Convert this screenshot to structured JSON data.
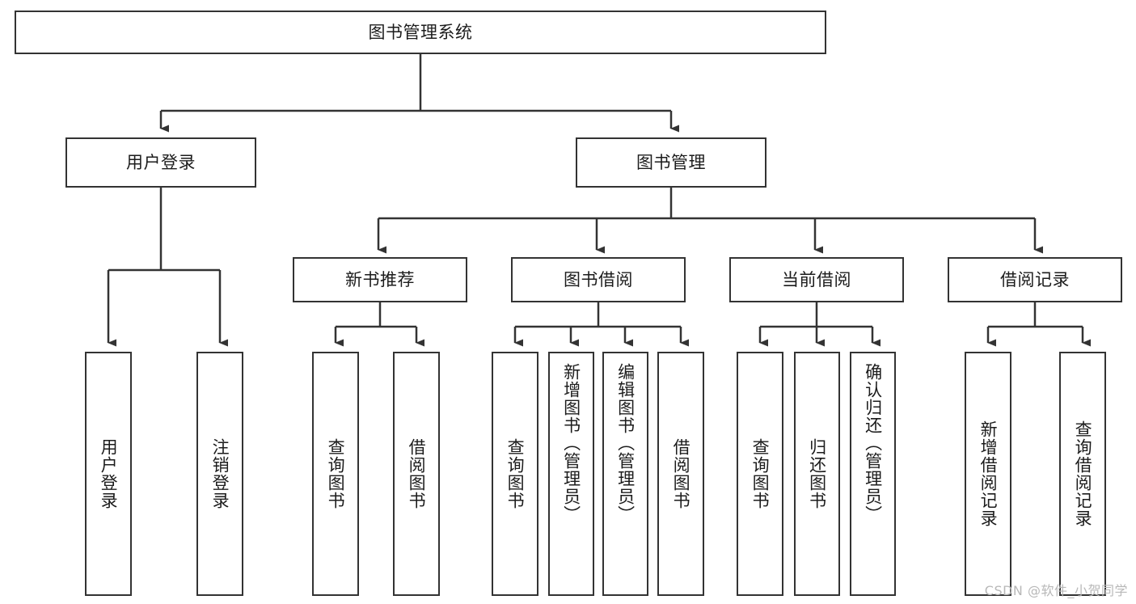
{
  "diagram": {
    "title": "图书管理系统",
    "type": "tree-hierarchy-diagram",
    "watermark": "CSDN @软件_小贺同学",
    "root": {
      "id": "root",
      "label": "图书管理系统"
    },
    "level2": [
      {
        "id": "user-login",
        "label": "用户登录"
      },
      {
        "id": "book-manage",
        "label": "图书管理"
      }
    ],
    "level3": [
      {
        "id": "new-book-recommend",
        "label": "新书推荐"
      },
      {
        "id": "book-borrow",
        "label": "图书借阅"
      },
      {
        "id": "current-borrow",
        "label": "当前借阅"
      },
      {
        "id": "borrow-record",
        "label": "借阅记录"
      }
    ],
    "leaves": [
      {
        "id": "leaf-user-login",
        "label": "用户登录",
        "parent": "user-login"
      },
      {
        "id": "leaf-logout",
        "label": "注销登录",
        "parent": "user-login"
      },
      {
        "id": "leaf-query-book-1",
        "label": "查询图书",
        "parent": "new-book-recommend"
      },
      {
        "id": "leaf-borrow-book-1",
        "label": "借阅图书",
        "parent": "new-book-recommend"
      },
      {
        "id": "leaf-query-book-2",
        "label": "查询图书",
        "parent": "book-borrow"
      },
      {
        "id": "leaf-add-book",
        "label": "新增图书（管理员）",
        "parent": "book-borrow"
      },
      {
        "id": "leaf-edit-book",
        "label": "编辑图书（管理员）",
        "parent": "book-borrow"
      },
      {
        "id": "leaf-borrow-book-2",
        "label": "借阅图书",
        "parent": "book-borrow"
      },
      {
        "id": "leaf-query-book-3",
        "label": "查询图书",
        "parent": "current-borrow"
      },
      {
        "id": "leaf-return-book",
        "label": "归还图书",
        "parent": "current-borrow"
      },
      {
        "id": "leaf-confirm-return",
        "label": "确认归还（管理员）",
        "parent": "current-borrow"
      },
      {
        "id": "leaf-add-record",
        "label": "新增借阅记录",
        "parent": "borrow-record"
      },
      {
        "id": "leaf-query-record",
        "label": "查询借阅记录",
        "parent": "borrow-record"
      }
    ],
    "colors": {
      "stroke": "#333333",
      "fill": "#ffffff",
      "text": "#1c1c1c",
      "watermark": "#b8b8b8"
    }
  }
}
